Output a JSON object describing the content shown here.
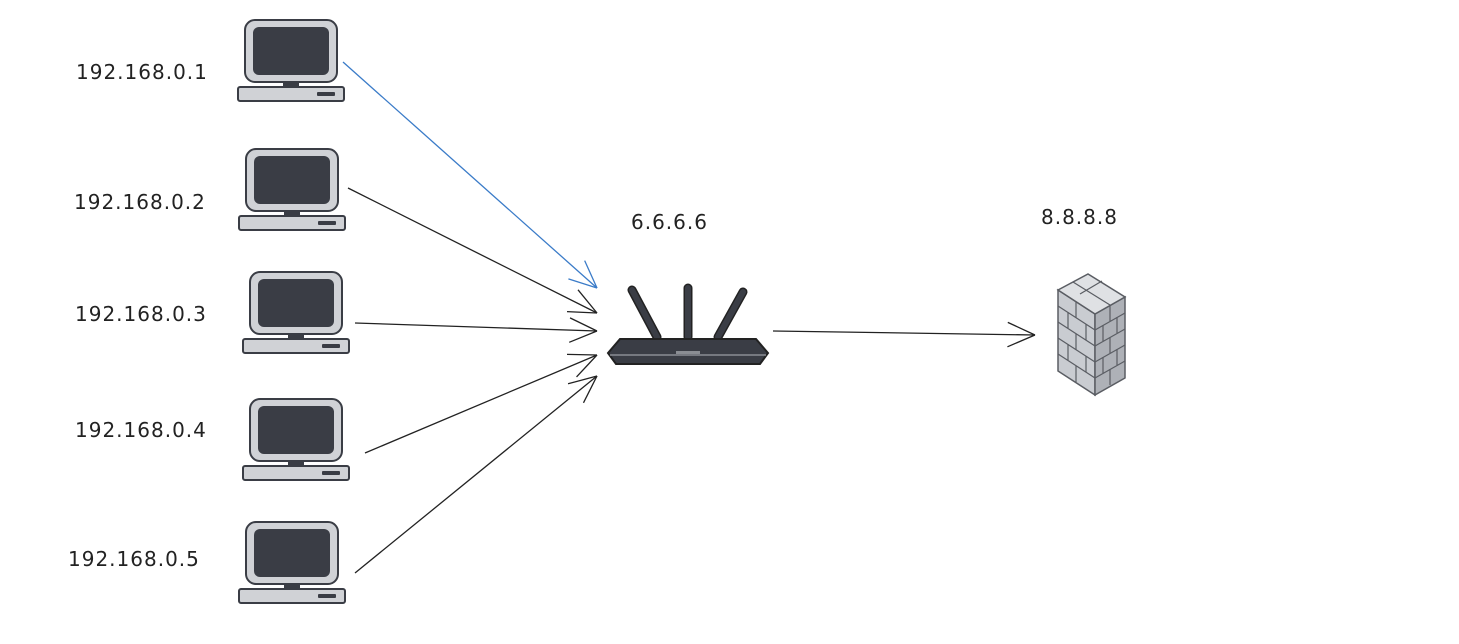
{
  "colors": {
    "highlight_link": "#3a7bc8",
    "link": "#222222",
    "device_dark": "#3a3d45",
    "device_light": "#d0d2d6",
    "firewall": "#b9bcc2"
  },
  "hosts": [
    {
      "ip": "192.168.0.1",
      "icon": "computer-icon",
      "link_highlighted": true
    },
    {
      "ip": "192.168.0.2",
      "icon": "computer-icon",
      "link_highlighted": false
    },
    {
      "ip": "192.168.0.3",
      "icon": "computer-icon",
      "link_highlighted": false
    },
    {
      "ip": "192.168.0.4",
      "icon": "computer-icon",
      "link_highlighted": false
    },
    {
      "ip": "192.168.0.5",
      "icon": "computer-icon",
      "link_highlighted": false
    }
  ],
  "router": {
    "ip": "6.6.6.6",
    "icon": "router-icon"
  },
  "firewall": {
    "ip": "8.8.8.8",
    "icon": "firewall-icon"
  }
}
